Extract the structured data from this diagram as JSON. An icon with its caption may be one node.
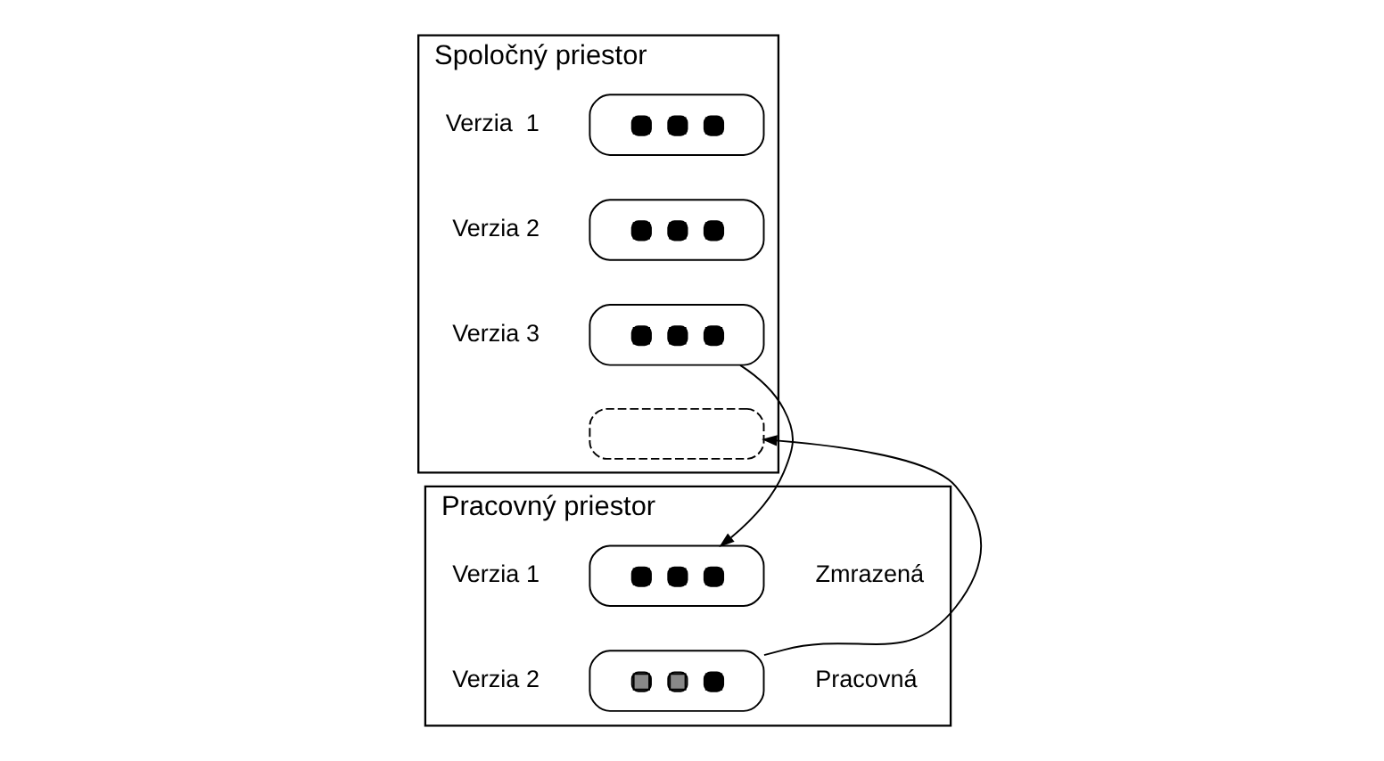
{
  "diagram": {
    "nodes": [
      {
        "text": [
          "Spoločný priestor"
        ]
      },
      {
        "text": [],
        "shape": "box",
        "in": 0,
        "beside": [
          "Verzia  1"
        ]
      },
      {
        "text": [],
        "shape": "box",
        "in": 0,
        "beside": [
          "Verzia 2"
        ]
      },
      {
        "text": [],
        "shape": "box",
        "in": 0,
        "beside": [
          "Verzia 3"
        ]
      },
      {
        "text": [],
        "shape": "box",
        "in": 0
      },
      {
        "text": [
          "Pracovný priestor"
        ]
      },
      {
        "text": [],
        "shape": "box",
        "in": 5,
        "beside": [
          "Verzia 1",
          "Zmrazená"
        ]
      },
      {
        "text": [],
        "shape": "box",
        "in": 5,
        "beside": [
          "Verzia 2",
          "Pracovná"
        ]
      }
    ],
    "edges": [
      {
        "from": 3,
        "to": 6,
        "arrow": "to"
      },
      {
        "from": 7,
        "to": 4,
        "arrow": "to"
      }
    ]
  }
}
